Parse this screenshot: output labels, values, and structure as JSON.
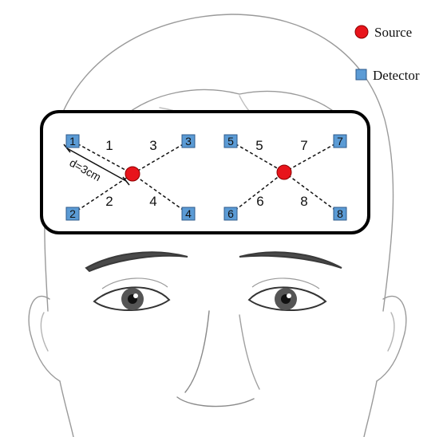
{
  "legend": {
    "source_label": "Source",
    "detector_label": "Detector"
  },
  "colors": {
    "source": "#e8141b",
    "detector": "#5b9bd5",
    "outline": "#000000"
  },
  "icons": {
    "source": "red-circle-icon",
    "detector": "blue-square-icon",
    "head": "face-sketch-icon"
  },
  "probe": {
    "distance_label": "d=3cm",
    "detectors": [
      "1",
      "2",
      "3",
      "4",
      "5",
      "6",
      "7",
      "8"
    ],
    "channels": [
      "1",
      "2",
      "3",
      "4",
      "5",
      "6",
      "7",
      "8"
    ]
  }
}
